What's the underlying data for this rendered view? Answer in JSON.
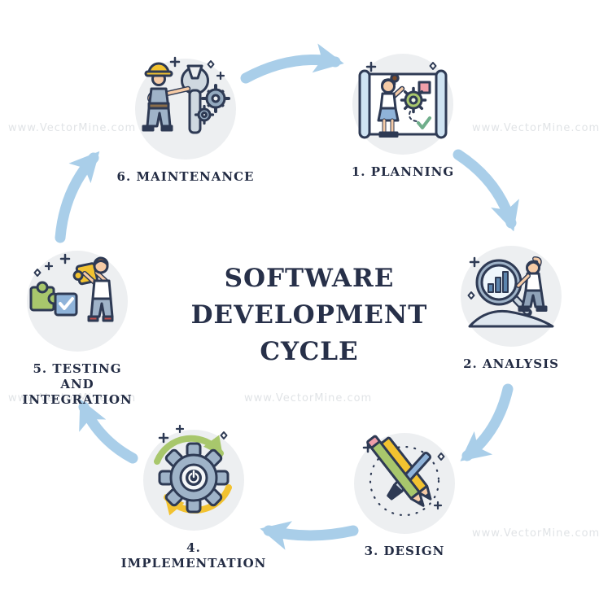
{
  "title": {
    "line1": "SOFTWARE",
    "line2": "DEVELOPMENT",
    "line3": "CYCLE"
  },
  "watermark": "www.VectorMine.com",
  "stages": [
    {
      "num": "1.",
      "label": "PLANNING",
      "icon": "blueprint-icon"
    },
    {
      "num": "2.",
      "label": "ANALYSIS",
      "icon": "magnifier-chart-icon"
    },
    {
      "num": "3.",
      "label": "DESIGN",
      "icon": "pencil-brush-icon"
    },
    {
      "num": "4.",
      "label": "IMPLEMENTATION",
      "icon": "power-gear-icon"
    },
    {
      "num": "5.",
      "label": "TESTING AND INTEGRATION",
      "icon": "puzzle-icon"
    },
    {
      "num": "6.",
      "label": "MAINTENANCE",
      "icon": "wrench-icon"
    }
  ],
  "colors": {
    "arrow": "#a9cee9",
    "outline": "#2e3a54",
    "green": "#a8c76c",
    "yellow": "#f2c230",
    "blue": "#8fb3d9",
    "gray_blue": "#9fb3c8",
    "bubble_bg": "#edeff1",
    "title_text": "#273049"
  }
}
